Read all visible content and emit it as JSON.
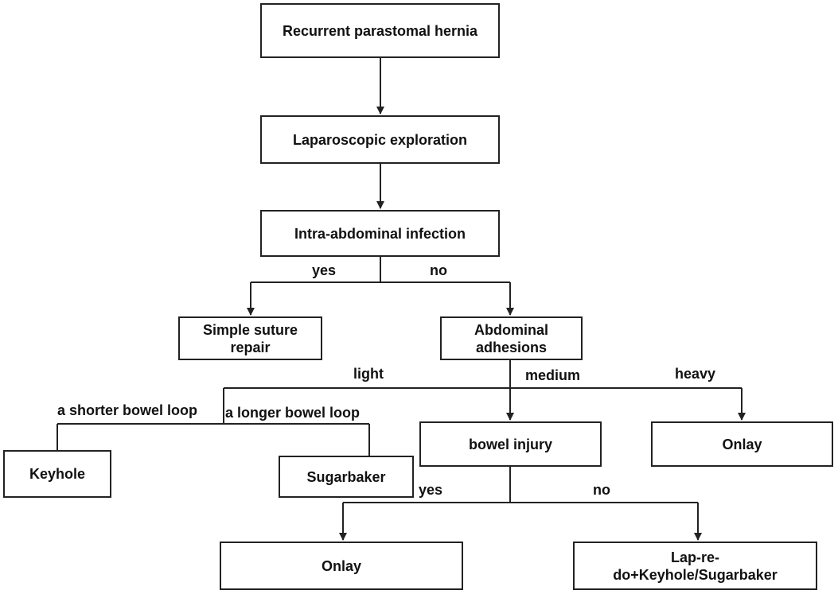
{
  "nodes": {
    "recurrent": "Recurrent parastomal hernia",
    "exploration": "Laparoscopic exploration",
    "infection": "Intra-abdominal infection",
    "suture_line1": "Simple suture",
    "suture_line2": "repair",
    "adhesions_line1": "Abdominal",
    "adhesions_line2": "adhesions",
    "keyhole": "Keyhole",
    "sugarbaker": "Sugarbaker",
    "bowel_injury": "bowel injury",
    "onlay_heavy": "Onlay",
    "onlay_injury": "Onlay",
    "lapredo_line1": "Lap-re-",
    "lapredo_line2": "do+Keyhole/Sugarbaker"
  },
  "edges": {
    "infection_yes": "yes",
    "infection_no": "no",
    "adhesion_light": "light",
    "adhesion_medium": "medium",
    "adhesion_heavy": "heavy",
    "shorter_loop": "a shorter bowel loop",
    "longer_loop": "a longer bowel loop",
    "injury_yes": "yes",
    "injury_no": "no"
  },
  "colors": {
    "line": "#222222",
    "box_border": "#222222",
    "text": "#111111"
  }
}
